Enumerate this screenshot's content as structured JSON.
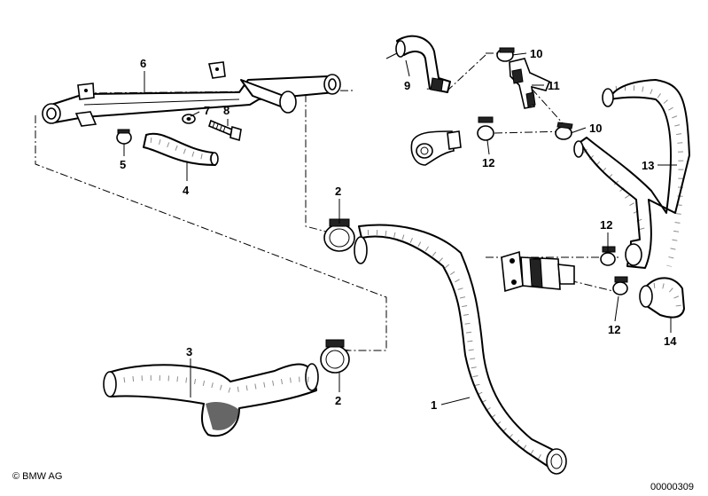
{
  "callouts": {
    "c1": "1",
    "c2a": "2",
    "c2b": "2",
    "c3": "3",
    "c4": "4",
    "c5": "5",
    "c6": "6",
    "c7": "7",
    "c8": "8",
    "c9": "9",
    "c10a": "10",
    "c10b": "10",
    "c11": "11",
    "c12a": "12",
    "c12b": "12",
    "c12c": "12",
    "c13": "13",
    "c14": "14"
  },
  "footer": {
    "copyright": "© BMW AG",
    "image_number": "00000309"
  }
}
